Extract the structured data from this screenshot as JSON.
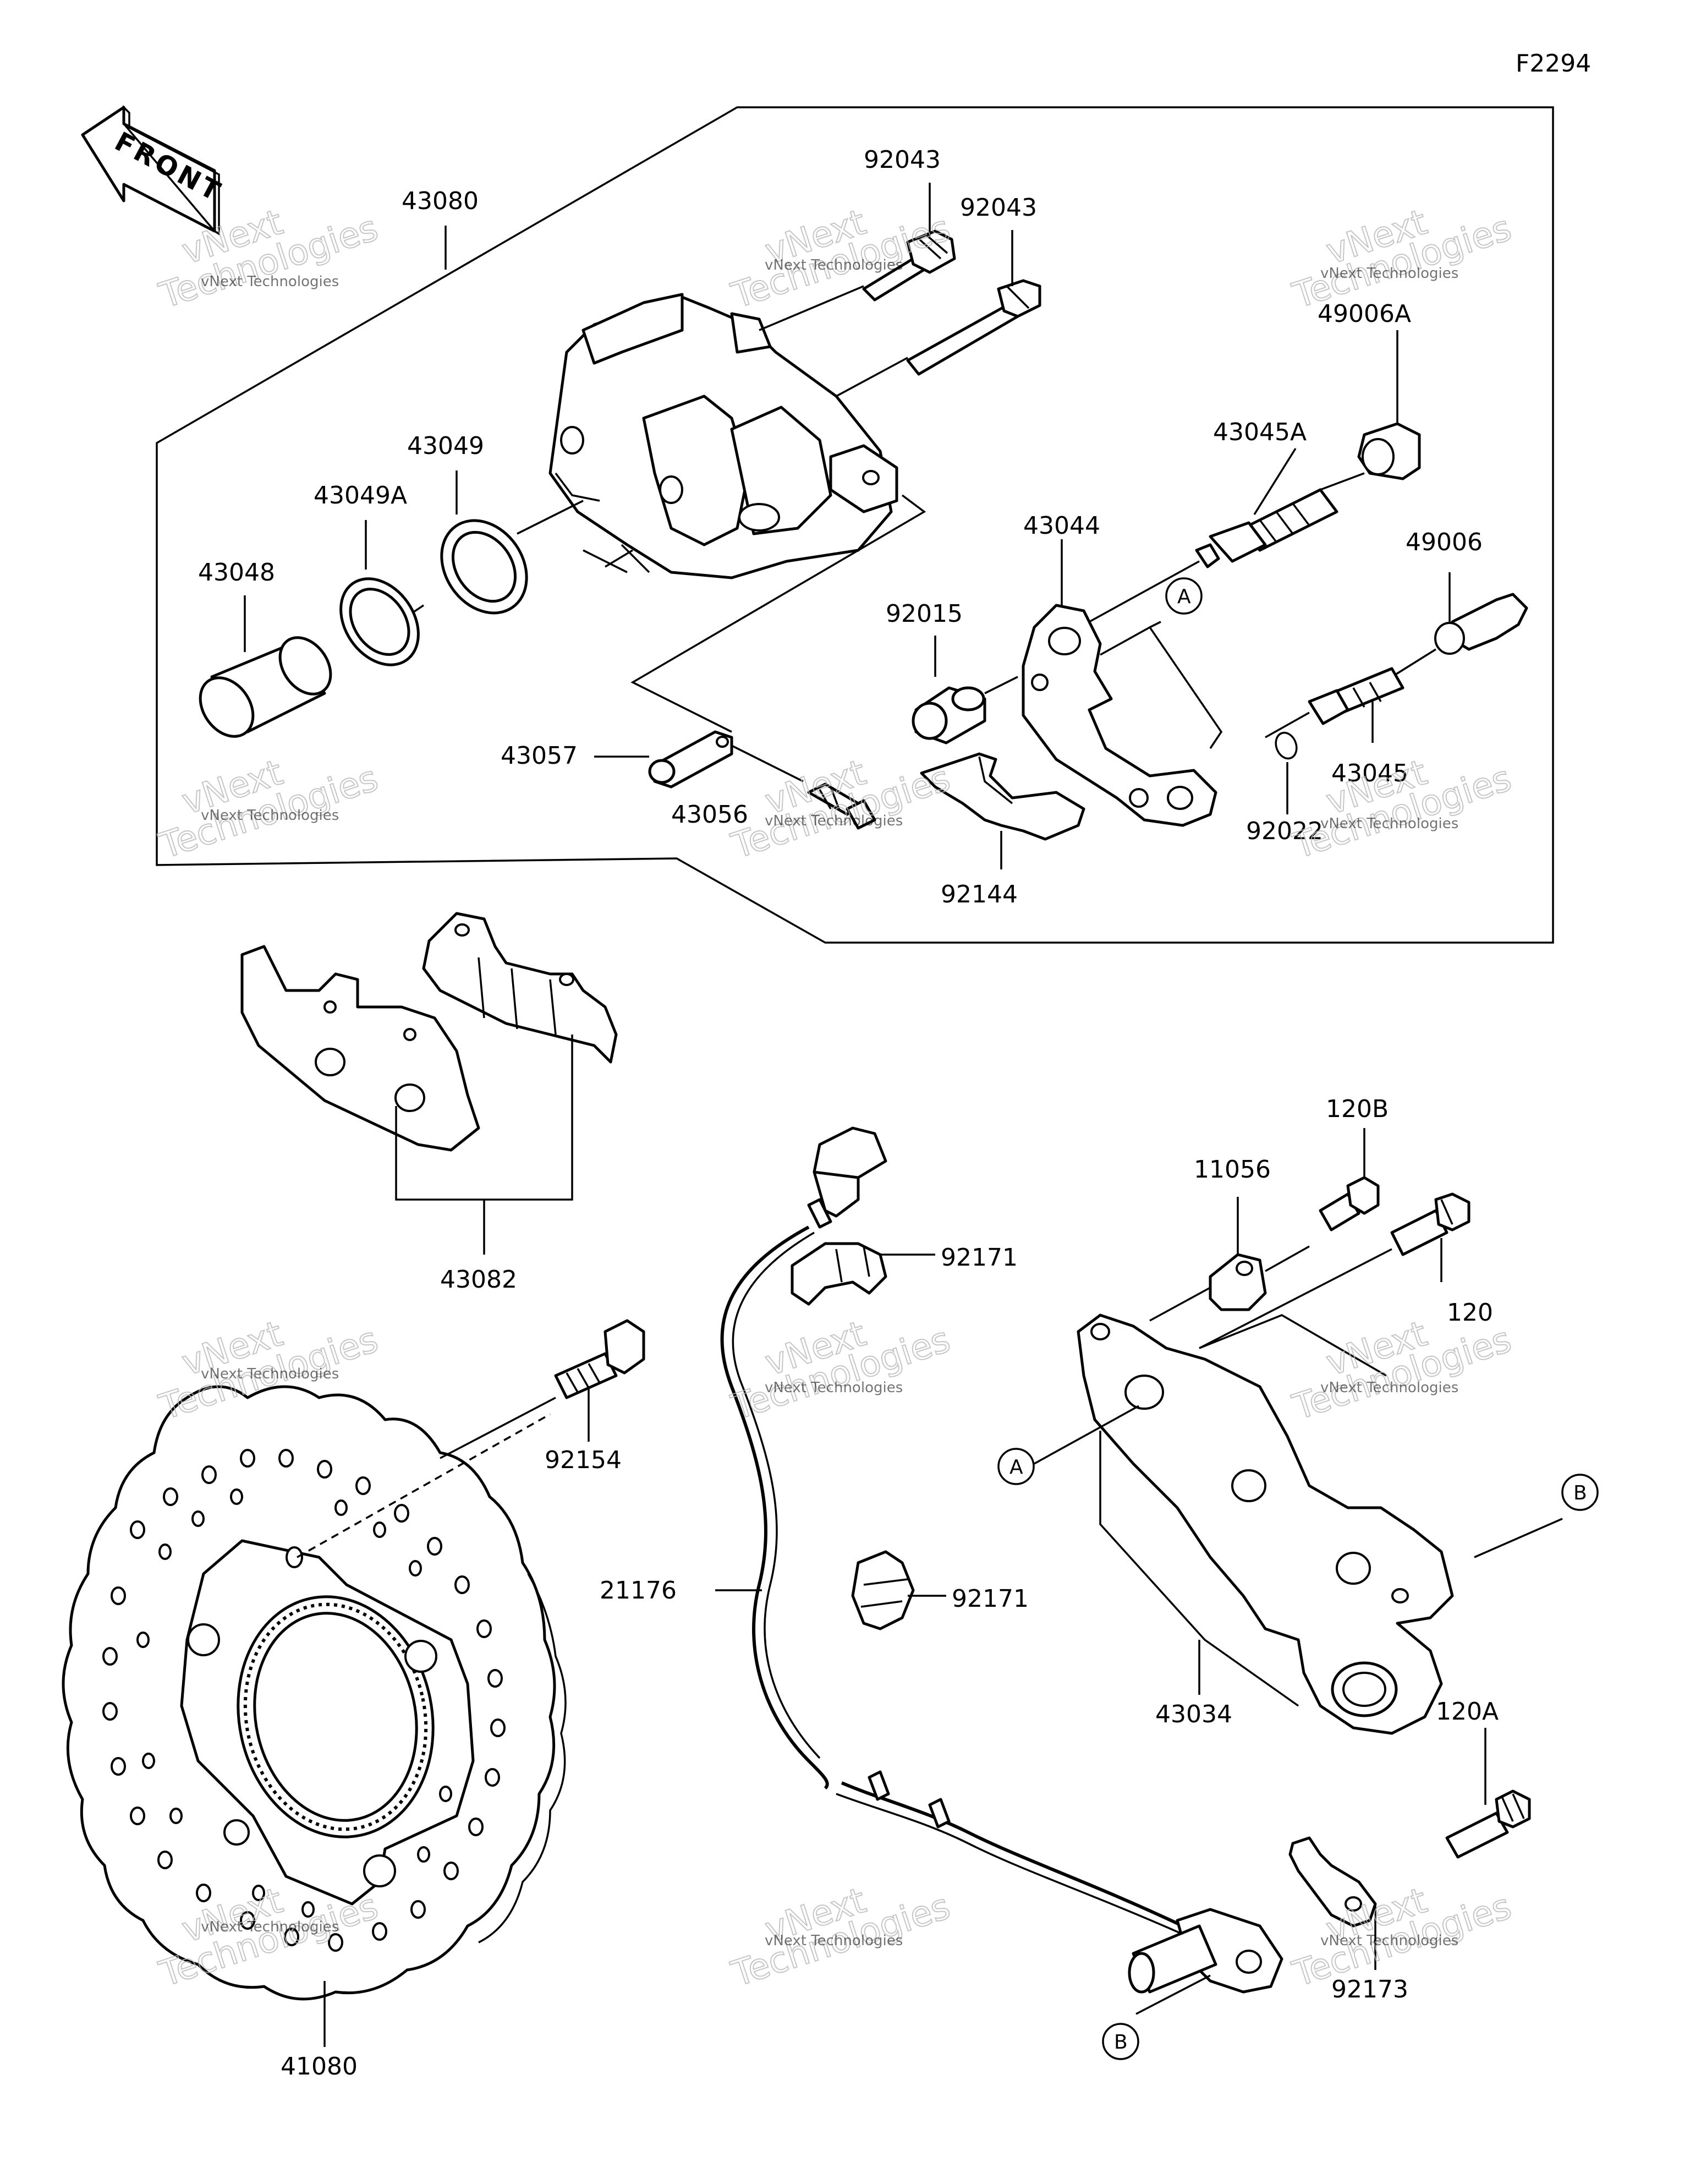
{
  "figure_code": "F2294",
  "front_label": "FRONT",
  "parts": {
    "caliper_assy": "43080",
    "pin_upper": "92043",
    "pin_right": "92043",
    "grommet_a": "49006A",
    "bolt_a": "43045A",
    "seal_dust": "43049",
    "seal_piston": "43049A",
    "piston": "43048",
    "bracket": "43044",
    "grommet": "49006",
    "collar": "92015",
    "bleeder_cap": "43057",
    "bolt": "43045",
    "bleeder_valve": "43056",
    "circlip": "92022",
    "spring": "92144",
    "pad_set": "43082",
    "clamp_upper": "92171",
    "stopper": "11056",
    "bolt_120b": "120B",
    "bolt_120": "120",
    "disc_bolt": "92154",
    "sensor": "21176",
    "clamp_lower": "92171",
    "holder": "43034",
    "bolt_120a": "120A",
    "disc": "41080",
    "plate": "92173"
  },
  "callouts": {
    "a": "A",
    "b": "B"
  },
  "watermark": {
    "brand": "vNext Technologies",
    "big_top": "vNext",
    "big_bottom": "Technologies"
  }
}
